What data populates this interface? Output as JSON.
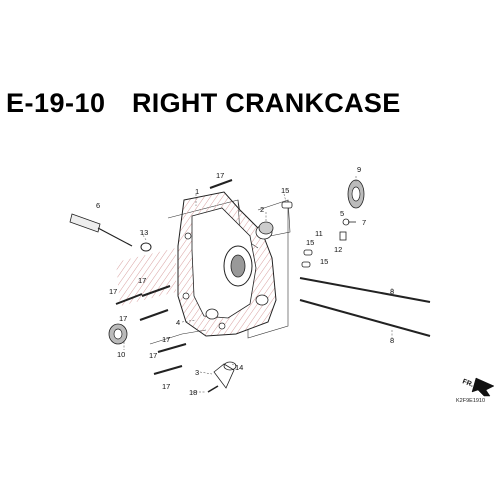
{
  "header": {
    "section_code": "E-19-10",
    "title": "RIGHT CRANKCASE"
  },
  "callouts": {
    "c1": "1",
    "c3": "3",
    "c4": "4",
    "c5": "5",
    "c6": "6",
    "c7": "7",
    "c8a": "8",
    "c8b": "8",
    "c9": "9",
    "c10": "10",
    "c11": "11",
    "c12": "12",
    "c13": "13",
    "c14": "14",
    "c15a": "15",
    "c15b": "15",
    "c15c": "15",
    "c17a": "17",
    "c17b": "17",
    "c17c": "17",
    "c17d": "17",
    "c17e": "17",
    "c17f": "17",
    "c17g": "17",
    "c18": "18",
    "c2": "2"
  },
  "direction_label": "FR.",
  "figure_ref": "K2F9E1910"
}
